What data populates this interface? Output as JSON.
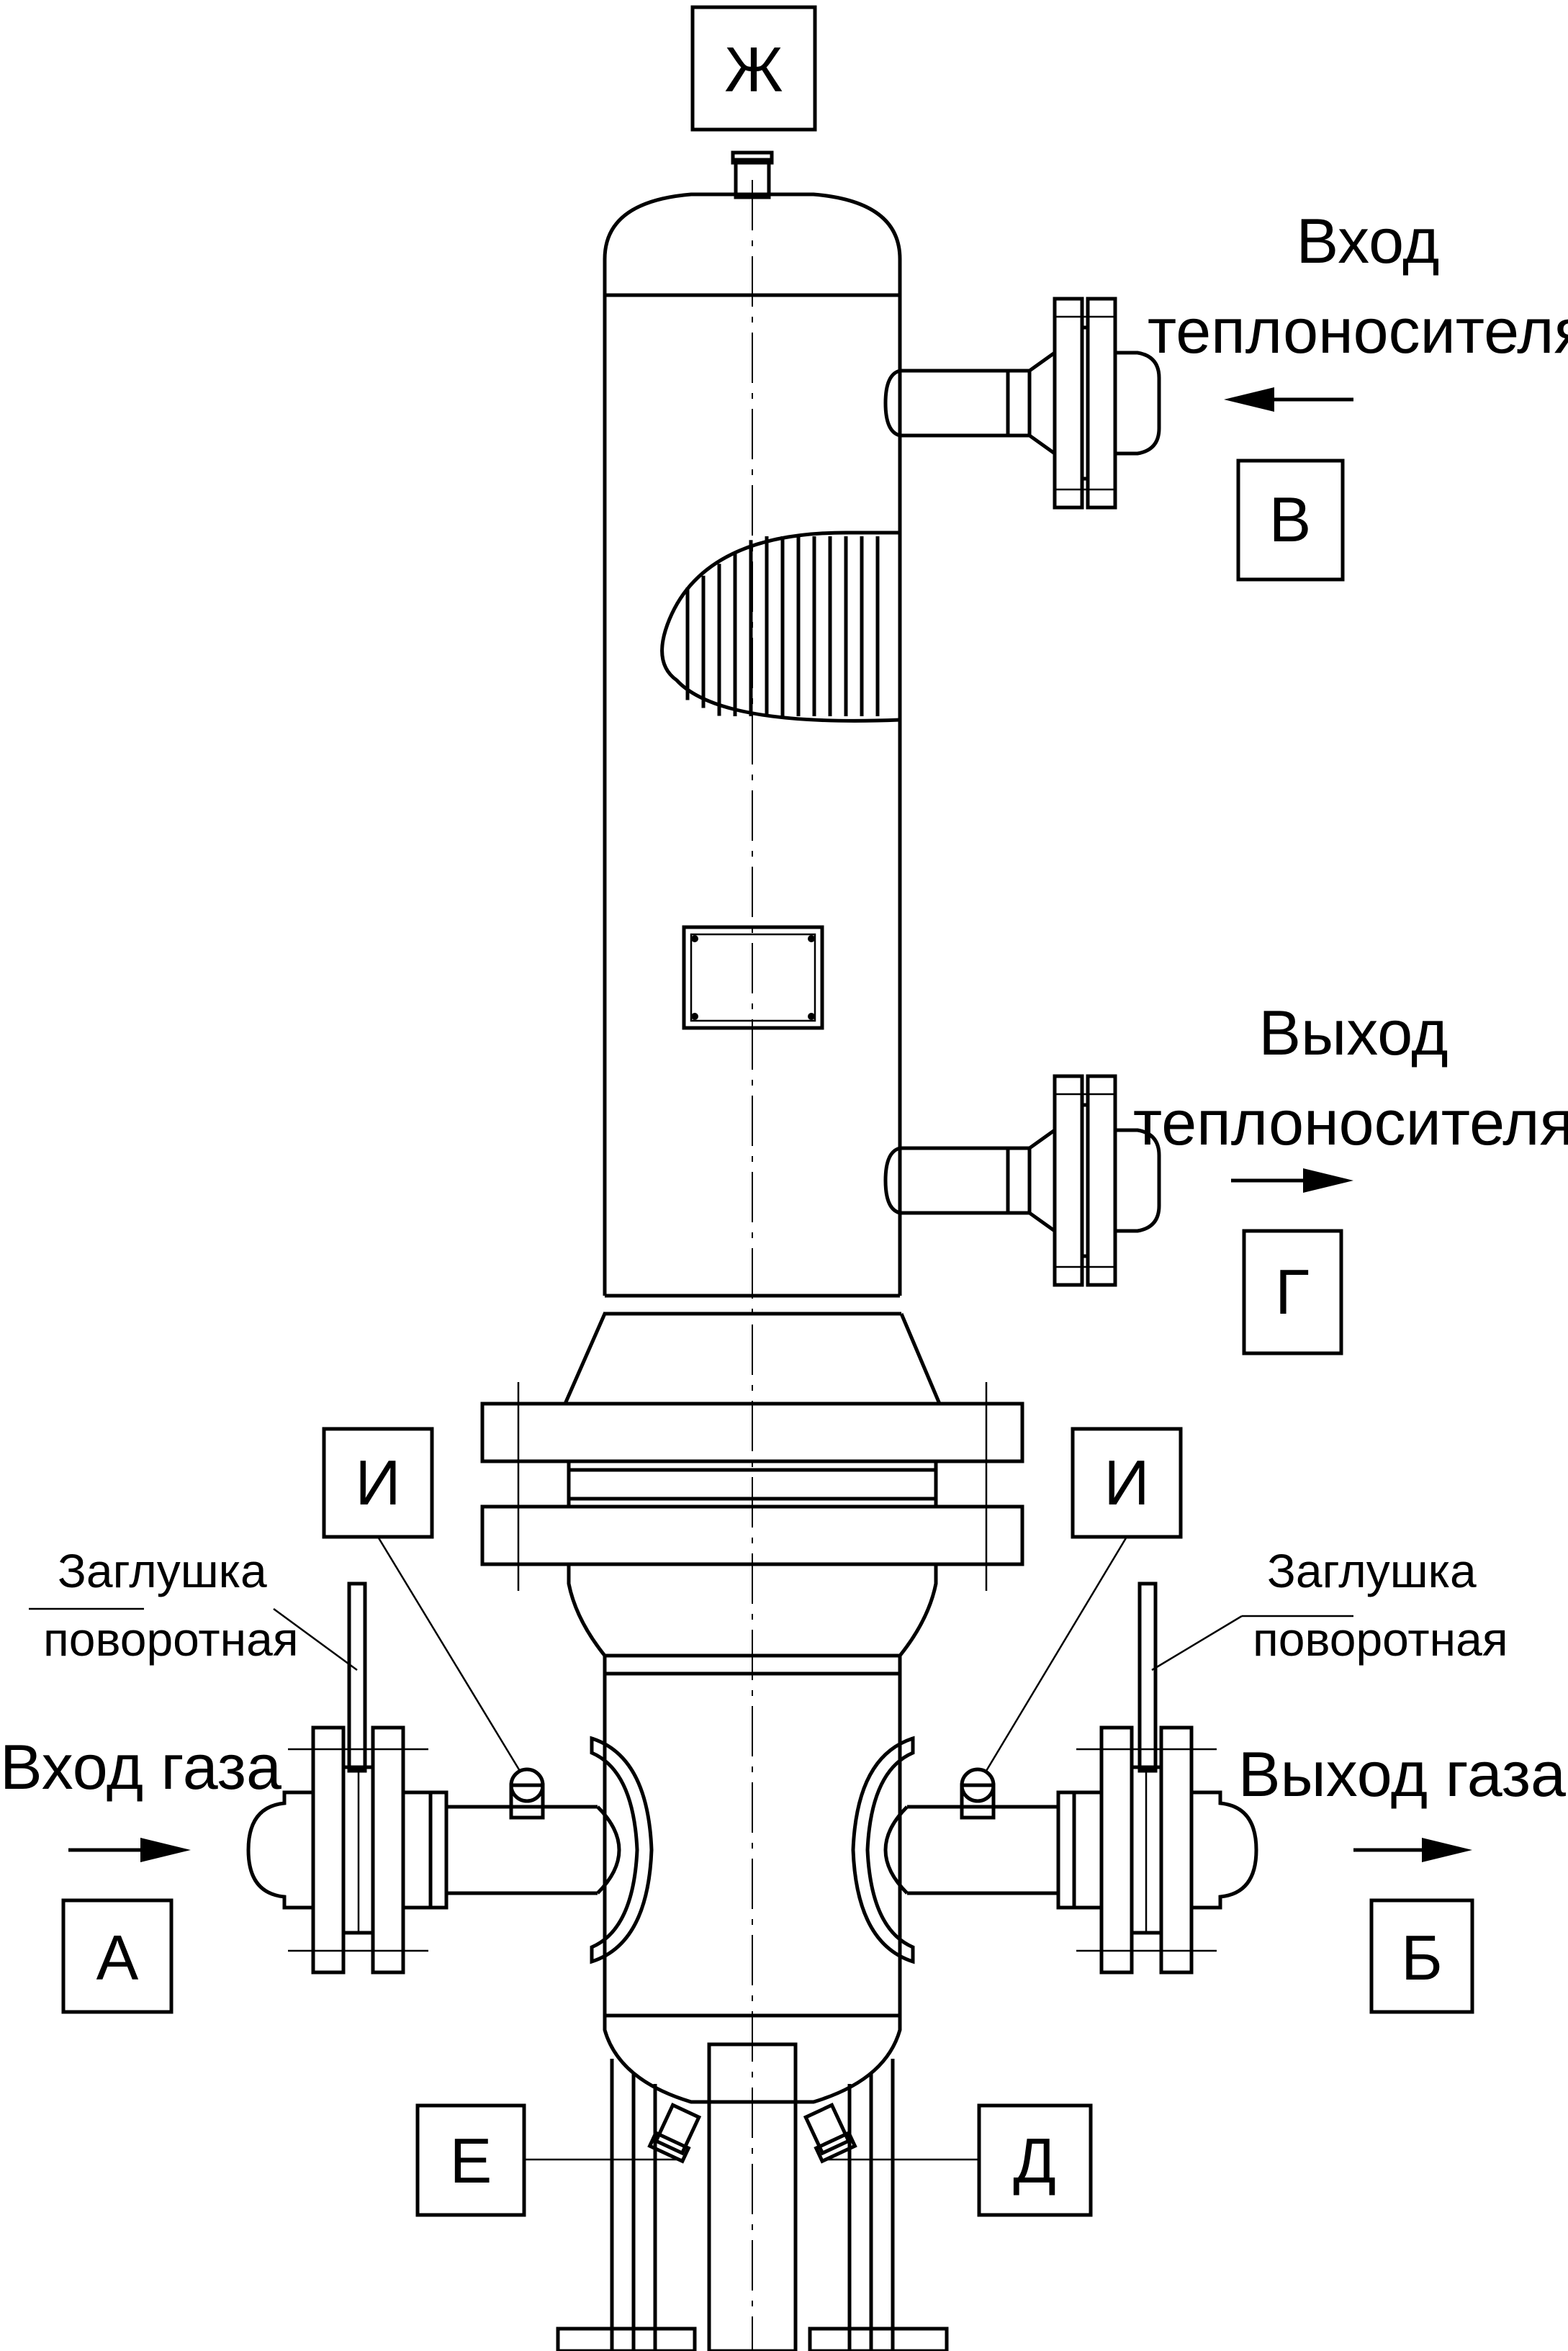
{
  "labels": {
    "zh": "Ж",
    "v": "В",
    "g": "Г",
    "i_left": "И",
    "i_right": "И",
    "a": "А",
    "b": "Б",
    "e": "Е",
    "d": "Д"
  },
  "text": {
    "heat_in_line1": "Вход",
    "heat_in_line2": "теплоносителя",
    "heat_out_line1": "Выход",
    "heat_out_line2": "теплоносителя",
    "gas_in": "Вход газа",
    "gas_out": "Выход газа",
    "plug_left_line1": "Заглушка",
    "plug_left_line2": "поворотная",
    "plug_right_line1": "Заглушка",
    "plug_right_line2": "поворотная"
  }
}
